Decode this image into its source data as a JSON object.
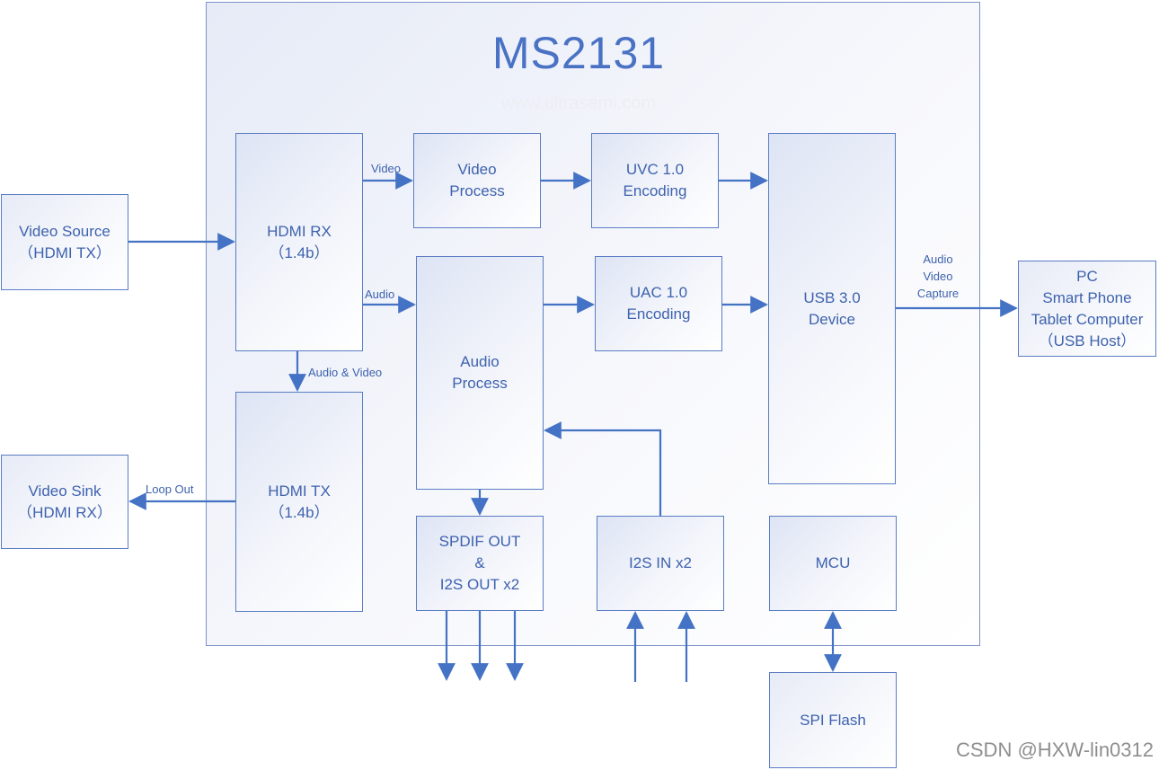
{
  "diagram": {
    "title": "MS2131",
    "watermark": "www.ultrasemi.com",
    "credit": "CSDN @HXW-lin0312",
    "colors": {
      "accent": "#4472c4",
      "text": "#3e62ad",
      "border": "#5b7cc4"
    },
    "blocks": {
      "video_source": "Video Source\n（HDMI TX）",
      "video_sink": "Video Sink\n（HDMI RX）",
      "hdmi_rx": "HDMI RX\n（1.4b）",
      "hdmi_tx": "HDMI TX\n（1.4b）",
      "video_process": "Video\nProcess",
      "audio_process": "Audio\nProcess",
      "uvc_encoding": "UVC 1.0\nEncoding",
      "uac_encoding": "UAC 1.0\nEncoding",
      "usb_device": "USB 3.0\nDevice",
      "spdif_out": "SPDIF  OUT\n&\nI2S OUT x2",
      "i2s_in": "I2S IN x2",
      "mcu": "MCU",
      "spi_flash": "SPI Flash",
      "usb_host": "PC\nSmart Phone\nTablet Computer\n（USB Host）"
    },
    "edge_labels": {
      "video": "Video",
      "audio": "Audio",
      "audio_video": "Audio & Video",
      "loop_out": "Loop Out",
      "capture": "Audio\nVideo\nCapture"
    }
  }
}
